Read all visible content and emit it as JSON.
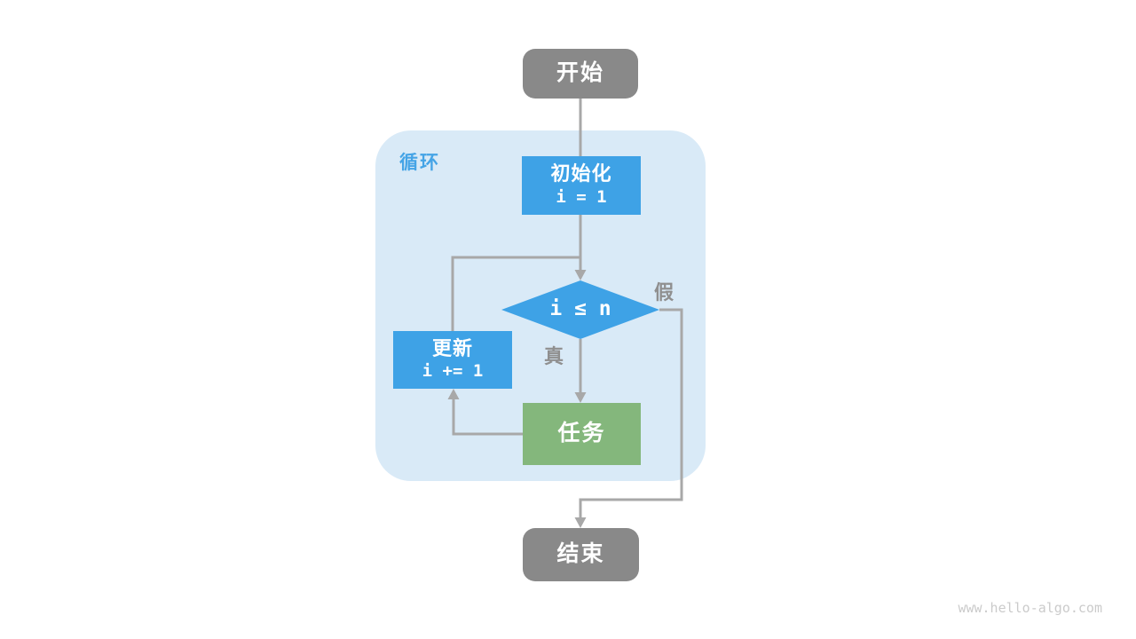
{
  "diagram": {
    "container": {
      "label": "循环"
    },
    "nodes": {
      "start": {
        "label": "开始"
      },
      "init": {
        "title": "初始化",
        "code": "i = 1"
      },
      "condition": {
        "code": "i ≤ n"
      },
      "update": {
        "title": "更新",
        "code": "i += 1"
      },
      "task": {
        "label": "任务"
      },
      "end": {
        "label": "结束"
      }
    },
    "edge_labels": {
      "true_branch": "真",
      "false_branch": "假"
    },
    "colors": {
      "node_blue": "#3EA2E6",
      "node_green": "#84B77C",
      "node_gray": "#898989",
      "container_bg": "#D9EAF7",
      "connector_gray": "#A8A8A8",
      "edge_label_gray": "#8F8F8F",
      "loop_label_blue": "#45A4E6"
    }
  },
  "watermark": "www.hello-algo.com"
}
